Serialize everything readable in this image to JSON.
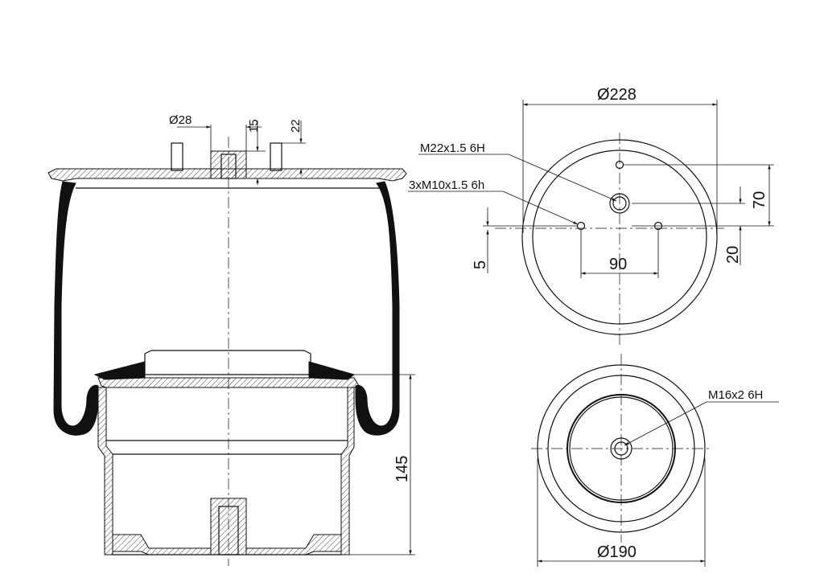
{
  "dimensions": {
    "top_diameter": "Ø228",
    "pin_diameter": "Ø28",
    "pin_height_15": "15",
    "pin_height_22": "22",
    "offset_70": "70",
    "offset_20": "20",
    "spacing_90": "90",
    "offset_5": "5",
    "height_145": "145",
    "bottom_diameter": "Ø190"
  },
  "callouts": {
    "center_thread": "M22x1.5 6H",
    "bolt_threads": "3xM10x1.5 6h",
    "bottom_thread": "M16x2 6H"
  }
}
